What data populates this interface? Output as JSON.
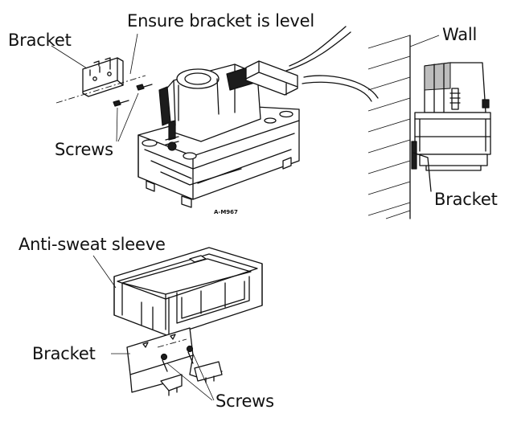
{
  "labels": {
    "ensure_level": "Ensure bracket is level",
    "bracket_top": "Bracket",
    "screws_top": "Screws",
    "wall": "Wall",
    "bracket_side": "Bracket",
    "anti_sweat": "Anti-sweat sleeve",
    "bracket_bottom": "Bracket",
    "screws_bottom": "Screws",
    "part_code": "A-M967"
  }
}
